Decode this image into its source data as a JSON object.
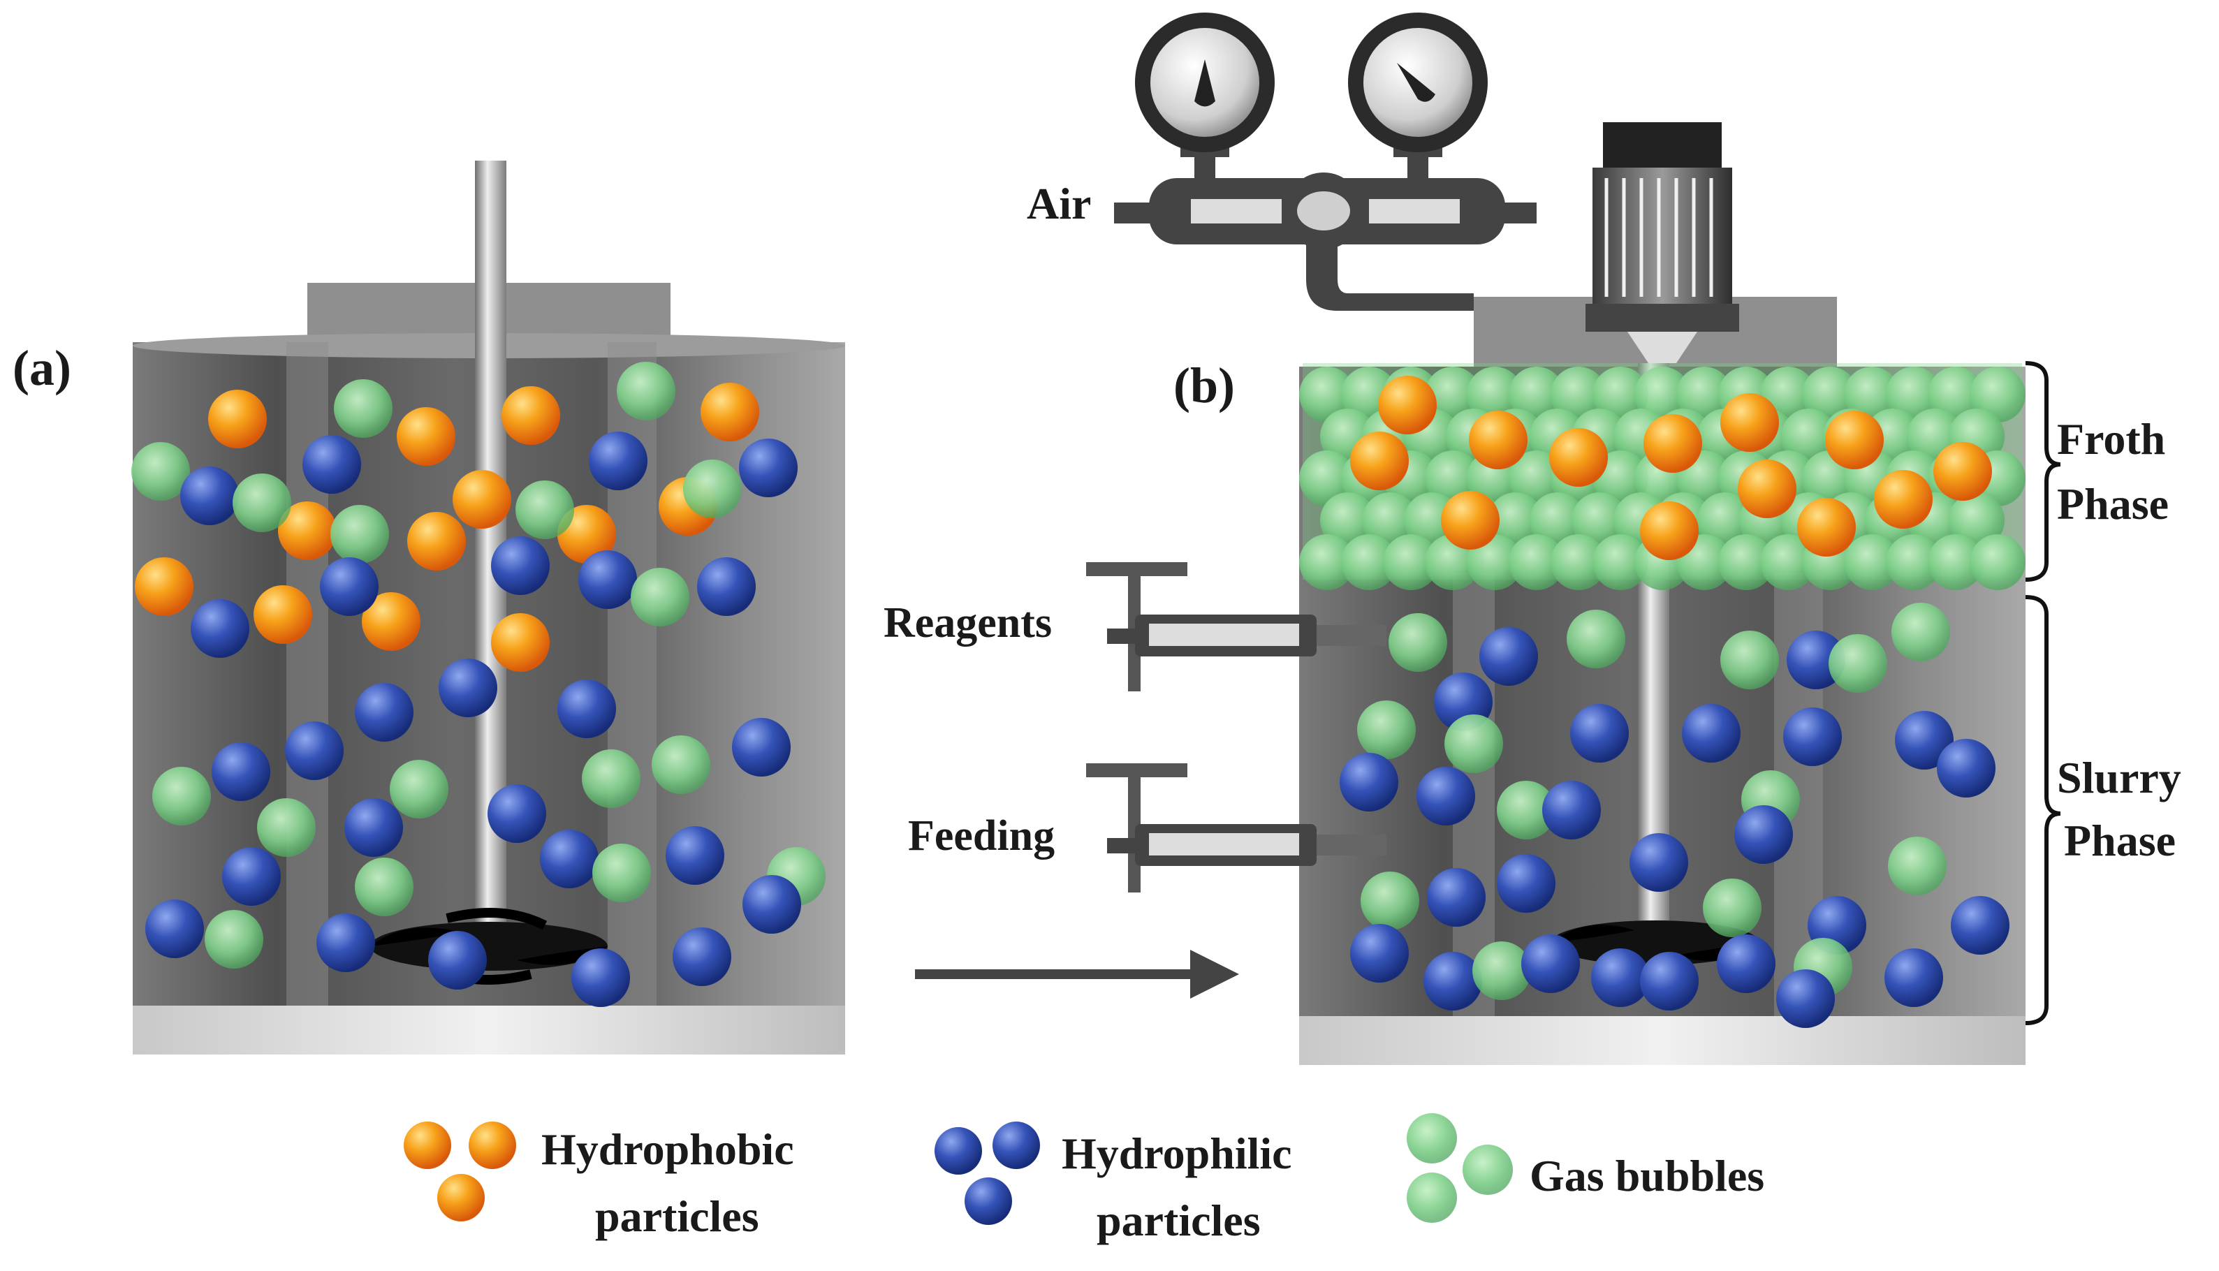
{
  "labels": {
    "panel_a": "(a)",
    "panel_b": "(b)",
    "air": "Air",
    "reagents": "Reagents",
    "feeding": "Feeding",
    "froth_line1": "Froth",
    "froth_line2": "Phase",
    "slurry_line1": "Slurry",
    "slurry_line2": "Phase"
  },
  "legend": {
    "hydrophobic_line1": "Hydrophobic",
    "hydrophobic_line2": "particles",
    "hydrophilic_line1": "Hydrophilic",
    "hydrophilic_line2": "particles",
    "gas": "Gas bubbles"
  },
  "colors": {
    "hydrophobic": "#f39a12",
    "hydrophilic": "#2f4fb0",
    "gas_bubble": "#7fd08a",
    "tank_gray": "#6d6d6d",
    "pipe": "#444444"
  }
}
